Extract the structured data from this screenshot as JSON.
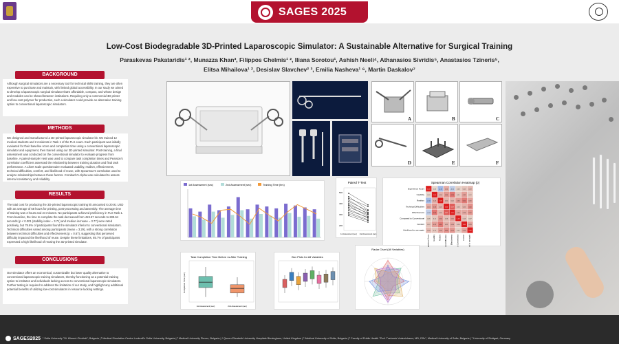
{
  "header": {
    "banner": "SAGES 2025",
    "title": "Low-Cost Biodegradable 3D-Printed Laparoscopic Simulator: A Sustainable Alternative for Surgical Training",
    "authors_line1": "Paraskevas Pakataridis¹ ², Munazza Khan³, Filippos Chelmis¹ ², Iliana Sorotou¹, Ashish Neeli⁴, Athanasios Sivridis⁵, Anastasios Tzineris⁵,",
    "authors_line2": "Elitsa Mihailova¹ ², Desislav Slavchev² ³, Emilia Nasheva¹ ⁶, Martin Daskalov⁷"
  },
  "sections": {
    "background": {
      "heading": "BACKGROUND",
      "text": "Although surgical simulators are a necessary tool for technical skills training, they are often expensive to purchase and maintain, with limited global accessibility. In our study we aimed to develop a laparoscopic surgical simulator that's affordable, compact, and whose design and modules can be shared between institutions. Requiring only a commercial 3D printer and low-cost polymer for production, such a simulator could provide an alternative training option to conventional laparoscopic simulators."
    },
    "methods": {
      "heading": "METHODS",
      "text": "We designed and manufactured a 3D-printed laparoscopic simulator kit. We trained 12 medical students and 2 residents in Task 1 of the FLS exam. Each participant was initially evaluated for their baseline score and completion time using a conventional laparoscopic simulator and equipment, then trained using our 3D-printed simulator. Post-training, a final assessment was conducted on the conventional simulator to evaluate progress from baseline. A paired-sample t-test was used to compare task completion times and Pearson's correlation coefficient assessed the relationship between training duration and final task performance. A Likert scale questionnaire evaluated usability, realism, effectiveness, technical difficulties, comfort, and likelihood of reuse, with Spearman's correlation used to analyze relationships between these factors. Cronbach's Alpha was calculated to assess internal consistency and reliability."
    },
    "results": {
      "heading": "RESULTS",
      "text": "The total cost for producing the 3D-printed laparoscopic training kit amounted to 20.91 USD with an average of 58 hours for printing, post-processing and assembly. The average time of training was 4 hours and 24 minutes. No participants achieved proficiency in FLS Task 1. From baseline, the time to complete the task decreased from 419.67 seconds to 289.64 seconds (p < 0.001 (stability index = 3.71) and median increase = 3.77) were rated positively, but 78.6% of participants found the simulator inferior to conventional simulators. Technical difficulties varied among participants (mean = 3.29), with a strong correlation between technical difficulties and effectiveness (p = 0.67), suggesting that perceived difficulty impacted the likelihood of reuse. Despite these limitations, 85.7% of participants expressed a high likelihood of reusing the 3D-printed simulator."
    },
    "conclusions": {
      "heading": "CONCLUSIONS",
      "text": "Our simulator offers an economical, customizable but lower quality alternative to conventional laparoscopic training simulators, thereby functioning as a potential training option to institutes and individuals lacking access to conventional laparoscopic simulators. Further testing is required to address the limitation of our study, and highlight any additional potential benefits of utilizing low-cost simulators in resource lacking settings."
    }
  },
  "figure_labels": [
    "A",
    "B",
    "C",
    "D",
    "E",
    "F"
  ],
  "charts": {
    "bar": {
      "legend": [
        "1st Assessment (sec)",
        "2nd Assessment (sec)",
        "Training Time (hrs)"
      ],
      "first": [
        0.62,
        0.55,
        0.7,
        0.58,
        0.66,
        0.86,
        0.6,
        0.7,
        0.66,
        0.62,
        0.72,
        0.68,
        0.64,
        0.6
      ],
      "second": [
        0.45,
        0.38,
        0.55,
        0.42,
        0.48,
        0.58,
        0.4,
        0.5,
        0.46,
        0.42,
        0.52,
        0.44,
        0.46,
        0.4
      ],
      "training": [
        0.5,
        0.42,
        0.3,
        0.58,
        0.6,
        0.45,
        0.28,
        0.62,
        0.48,
        0.35,
        0.55,
        0.7,
        0.6,
        0.5
      ],
      "colors": {
        "first": "#7b6ccf",
        "second": "#b2dcd9",
        "training": "#f29a3a"
      }
    },
    "paired": {
      "title": "Paired T-Test",
      "yticks": [
        "500",
        "400",
        "300",
        "200"
      ],
      "xlabels": [
        "1st Assessment (sec)",
        "2nd Assessment (sec)"
      ],
      "pairs": [
        [
          0.9,
          0.62
        ],
        [
          0.82,
          0.5
        ],
        [
          0.78,
          0.58
        ],
        [
          0.74,
          0.44
        ],
        [
          0.7,
          0.48
        ],
        [
          0.66,
          0.4
        ],
        [
          0.62,
          0.42
        ],
        [
          0.6,
          0.34
        ],
        [
          0.56,
          0.38
        ],
        [
          0.52,
          0.3
        ],
        [
          0.48,
          0.32
        ],
        [
          0.44,
          0.26
        ],
        [
          0.4,
          0.24
        ],
        [
          0.36,
          0.2
        ]
      ]
    },
    "heatmap": {
      "title": "Spearman Correlation Heatmap (p)",
      "labels": [
        "Experience Hours",
        "Usability",
        "Realism",
        "Technical Difficulties",
        "Effectiveness",
        "Compared to Conventional",
        "Comfort",
        "Likelihood to use again"
      ],
      "values": [
        [
          1.0,
          0.03,
          -0.1,
          0.24,
          -0.02,
          0.06,
          0.12,
          0.18
        ],
        [
          0.03,
          1.0,
          0.24,
          0.36,
          0.53,
          0.11,
          0.32,
          0.12
        ],
        [
          -0.1,
          0.24,
          1.0,
          0.22,
          0.2,
          0.34,
          0.51,
          0.3
        ],
        [
          0.24,
          0.36,
          0.22,
          1.0,
          0.67,
          0.16,
          0.22,
          0.4
        ],
        [
          -0.02,
          0.53,
          0.2,
          0.67,
          1.0,
          0.3,
          0.28,
          0.37
        ],
        [
          0.06,
          0.11,
          0.34,
          0.16,
          0.3,
          1.0,
          0.14,
          0.07
        ],
        [
          0.12,
          0.32,
          0.51,
          0.22,
          0.28,
          0.14,
          1.0,
          0.29
        ],
        [
          0.18,
          0.12,
          0.3,
          0.4,
          0.37,
          0.07,
          0.29,
          1.0
        ]
      ]
    },
    "boxplot": {
      "title": "Task Completion Time Before vs After Training",
      "ylabel": "Completion Time (sec)",
      "xlabels": [
        "1st Assessment (sec)",
        "2nd Assessment (sec)"
      ],
      "boxes": [
        {
          "q1": 0.35,
          "median": 0.48,
          "q3": 0.62,
          "min": 0.12,
          "max": 0.85,
          "color": "#6dbfae"
        },
        {
          "q1": 0.22,
          "median": 0.33,
          "q3": 0.42,
          "min": 0.12,
          "max": 0.6,
          "color": "#f0956a"
        }
      ]
    },
    "likert": {
      "title": "Box Plots for All Variables",
      "colors": [
        "#d95f5f",
        "#3a7fc0",
        "#e8a33d",
        "#8a5fb0",
        "#5fb064",
        "#e86fa0",
        "#8c7a5a",
        "#6d8fb0"
      ],
      "medians": [
        0.45,
        0.62,
        0.52,
        0.6,
        0.66,
        0.55,
        0.58,
        0.64
      ]
    },
    "radar": {
      "title": "Radar Chart (All Variables)",
      "colors": [
        "#e87070",
        "#70c0a0",
        "#7090e0",
        "#e0b060",
        "#b070d0"
      ]
    }
  },
  "footer": {
    "logo": "SAGES2025",
    "footnote": "¹ Sofia University \"St. Kliment Ohridski\", Bulgaria | ² Medical Simulation Centre LuckenEx Sofia University, Bulgaria | ³ Medical University Pleven, Bulgaria | ⁴ Queen Elizabeth University Hospitals Birmingham, United Kingdom | ⁵ Medical University of Sofia, Bulgaria | ⁶ Faculty of Public Health \"Prof. Tzekomir Vodenicharov, MD, DSc\", Medical University of Sofia, Bulgaria | ⁷ University of Stuttgart, Germany"
  }
}
